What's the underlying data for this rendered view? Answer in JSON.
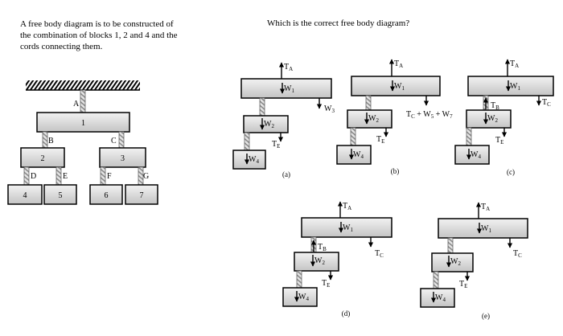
{
  "intro_text": "A free body diagram is to be constructed of the combination of blocks 1, 2 and 4 and the cords connecting them.",
  "question": "Which is the correct free body diagram?",
  "system": {
    "blocks": [
      "1",
      "2",
      "3",
      "4",
      "5",
      "6",
      "7"
    ],
    "cords": [
      "A",
      "B",
      "C",
      "D",
      "E",
      "F",
      "G"
    ]
  },
  "options": {
    "a": {
      "label": "(a)",
      "forces": [
        {
          "main": "T",
          "sub": "A"
        },
        {
          "main": "W",
          "sub": "1"
        },
        {
          "main": "W",
          "sub": "3"
        },
        {
          "main": "W",
          "sub": "2"
        },
        {
          "main": "T",
          "sub": "E"
        },
        {
          "main": "W",
          "sub": "4"
        }
      ]
    },
    "b": {
      "label": "(b)",
      "forces": [
        {
          "main": "T",
          "sub": "A"
        },
        {
          "main": "W",
          "sub": "1"
        },
        {
          "main": "T",
          "sub": "C"
        },
        {
          "main": "W",
          "sub": "5"
        },
        {
          "main": "W",
          "sub": "7"
        },
        {
          "main": "W",
          "sub": "2"
        },
        {
          "main": "T",
          "sub": "E"
        },
        {
          "main": "W",
          "sub": "4"
        }
      ]
    },
    "c": {
      "label": "(c)",
      "forces": [
        {
          "main": "T",
          "sub": "A"
        },
        {
          "main": "W",
          "sub": "1"
        },
        {
          "main": "T",
          "sub": "C"
        },
        {
          "main": "T",
          "sub": "B"
        },
        {
          "main": "W",
          "sub": "2"
        },
        {
          "main": "T",
          "sub": "E"
        },
        {
          "main": "W",
          "sub": "4"
        }
      ]
    },
    "d": {
      "label": "(d)",
      "forces": [
        {
          "main": "T",
          "sub": "A"
        },
        {
          "main": "W",
          "sub": "1"
        },
        {
          "main": "T",
          "sub": "C"
        },
        {
          "main": "T",
          "sub": "B"
        },
        {
          "main": "W",
          "sub": "2"
        },
        {
          "main": "T",
          "sub": "E"
        },
        {
          "main": "W",
          "sub": "4"
        }
      ]
    },
    "e": {
      "label": "(e)",
      "forces": [
        {
          "main": "T",
          "sub": "A"
        },
        {
          "main": "W",
          "sub": "1"
        },
        {
          "main": "T",
          "sub": "C"
        },
        {
          "main": "W",
          "sub": "2"
        },
        {
          "main": "T",
          "sub": "E"
        },
        {
          "main": "W",
          "sub": "4"
        }
      ]
    }
  }
}
